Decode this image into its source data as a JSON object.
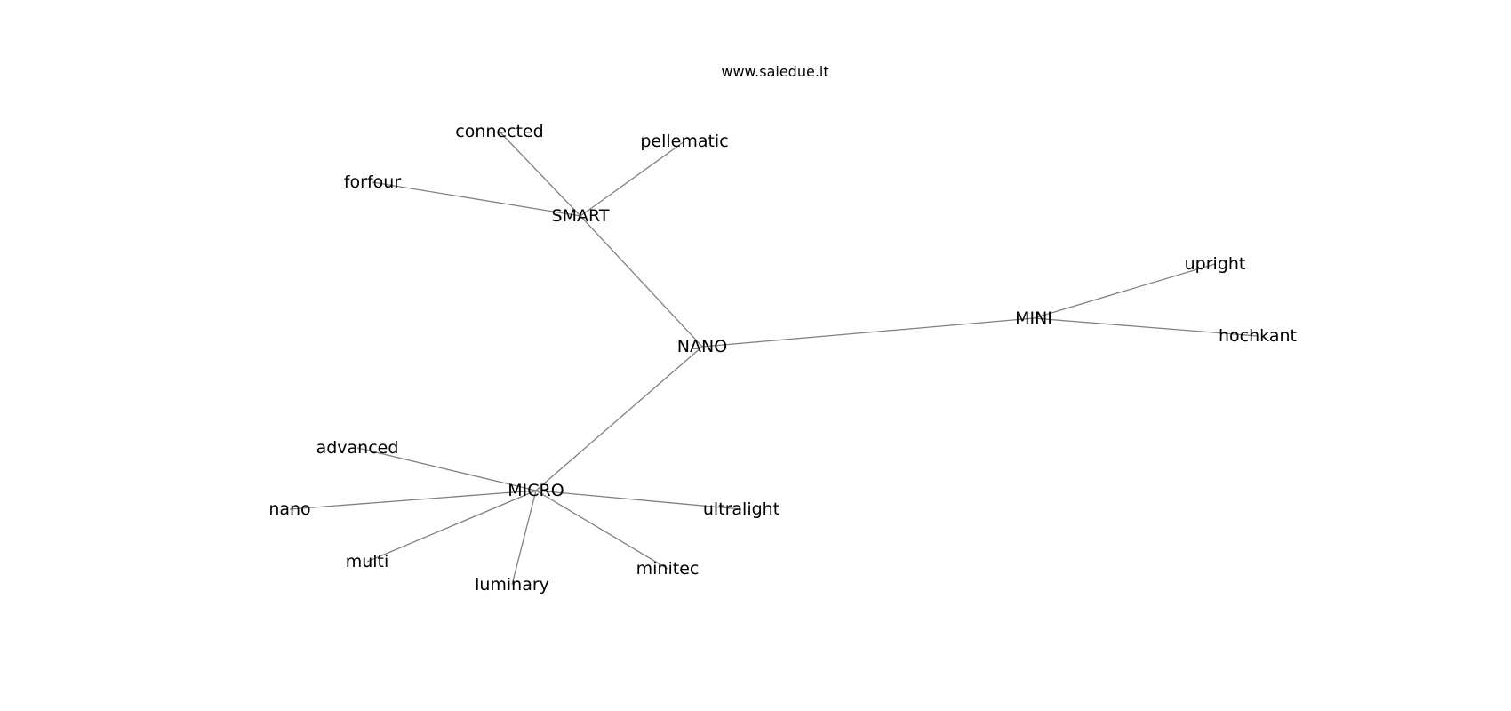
{
  "header": {
    "watermark": "www.saiedue.it"
  },
  "graph": {
    "nodes": [
      {
        "id": "NANO",
        "label": "NANO"
      },
      {
        "id": "SMART",
        "label": "SMART"
      },
      {
        "id": "MINI",
        "label": "MINI"
      },
      {
        "id": "MICRO",
        "label": "MICRO"
      },
      {
        "id": "connected",
        "label": "connected"
      },
      {
        "id": "pellematic",
        "label": "pellematic"
      },
      {
        "id": "forfour",
        "label": "forfour"
      },
      {
        "id": "upright",
        "label": "upright"
      },
      {
        "id": "hochkant",
        "label": "hochkant"
      },
      {
        "id": "advanced",
        "label": "advanced"
      },
      {
        "id": "nano",
        "label": "nano"
      },
      {
        "id": "ultralight",
        "label": "ultralight"
      },
      {
        "id": "multi",
        "label": "multi"
      },
      {
        "id": "luminary",
        "label": "luminary"
      },
      {
        "id": "minitec",
        "label": "minitec"
      }
    ],
    "edges": [
      {
        "source": "NANO",
        "target": "SMART"
      },
      {
        "source": "NANO",
        "target": "MINI"
      },
      {
        "source": "NANO",
        "target": "MICRO"
      },
      {
        "source": "SMART",
        "target": "connected"
      },
      {
        "source": "SMART",
        "target": "pellematic"
      },
      {
        "source": "SMART",
        "target": "forfour"
      },
      {
        "source": "MINI",
        "target": "upright"
      },
      {
        "source": "MINI",
        "target": "hochkant"
      },
      {
        "source": "MICRO",
        "target": "advanced"
      },
      {
        "source": "MICRO",
        "target": "nano"
      },
      {
        "source": "MICRO",
        "target": "ultralight"
      },
      {
        "source": "MICRO",
        "target": "multi"
      },
      {
        "source": "MICRO",
        "target": "luminary"
      },
      {
        "source": "MICRO",
        "target": "minitec"
      }
    ]
  }
}
